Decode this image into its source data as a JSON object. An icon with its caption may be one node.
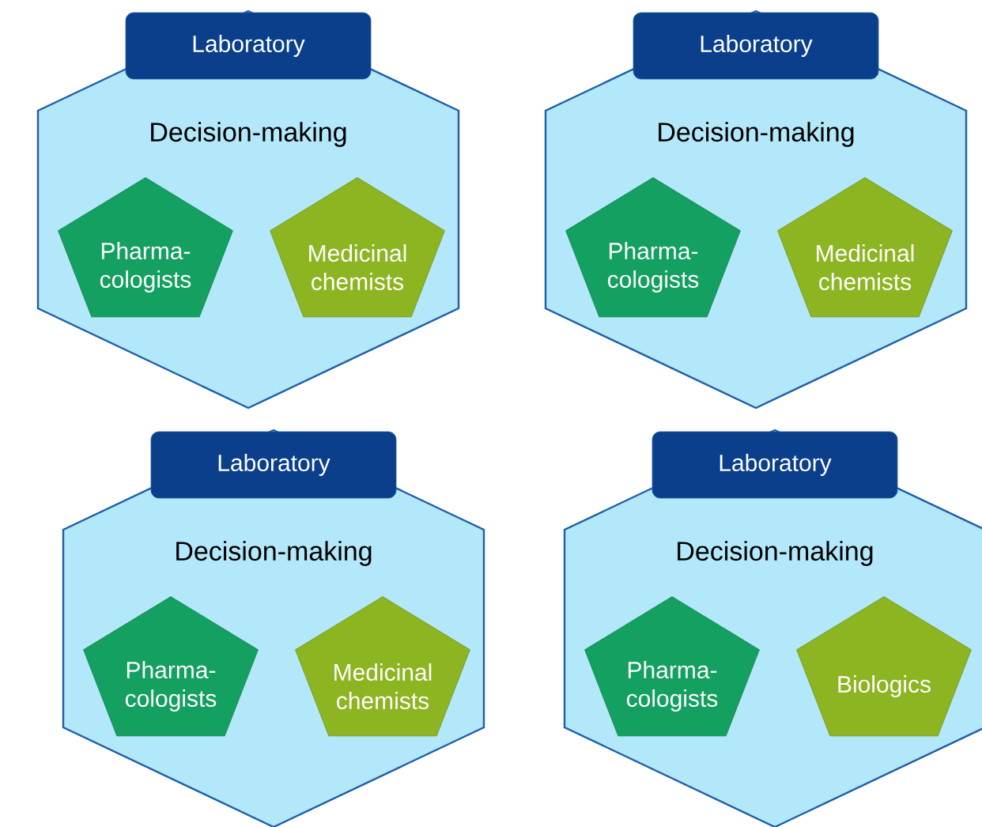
{
  "diagram": {
    "nodes": [
      {
        "text": [
          "Laboratory"
        ],
        "in": 1
      },
      {
        "text": [
          "Decision-making"
        ]
      },
      {
        "text": [
          "Pharma- cologists"
        ],
        "in": 1
      },
      {
        "text": [
          "Medicinal chemists"
        ],
        "in": 1
      },
      {
        "text": [
          "Laboratory"
        ],
        "in": 5
      },
      {
        "text": [
          "Decision-making"
        ]
      },
      {
        "text": [
          "Pharma- cologists"
        ],
        "in": 5
      },
      {
        "text": [
          "Medicinal chemists"
        ],
        "in": 5
      },
      {
        "text": [
          "Laboratory"
        ],
        "in": 9
      },
      {
        "text": [
          "Decision-making"
        ]
      },
      {
        "text": [
          "Pharma- cologists"
        ],
        "in": 9
      },
      {
        "text": [
          "Medicinal chemists"
        ],
        "in": 9
      },
      {
        "text": [
          "Laboratory"
        ],
        "in": 13
      },
      {
        "text": [
          "Decision-making"
        ]
      },
      {
        "text": [
          "Pharma- cologists"
        ],
        "in": 13
      },
      {
        "text": [
          "Biologics"
        ],
        "in": 13
      }
    ]
  }
}
